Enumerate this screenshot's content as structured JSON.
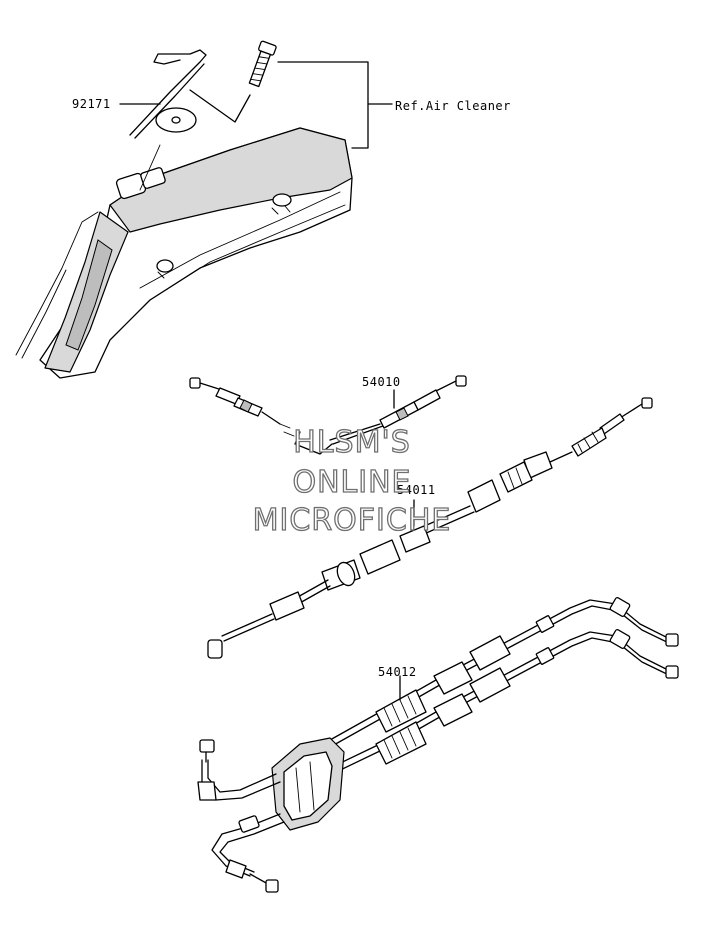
{
  "labels": {
    "bolt": "92171",
    "ref_air_cleaner": "Ref.Air Cleaner",
    "cable_upper": "54010",
    "cable_middle": "54011",
    "cable_throttle": "54012"
  },
  "watermark": {
    "line1": "HLSM'S",
    "line2": "ONLINE",
    "line3": "MICROFICHE"
  },
  "colors": {
    "line": "#000000",
    "shade": "#bdbdbd",
    "watermark_outline": "#6f6f6f"
  }
}
